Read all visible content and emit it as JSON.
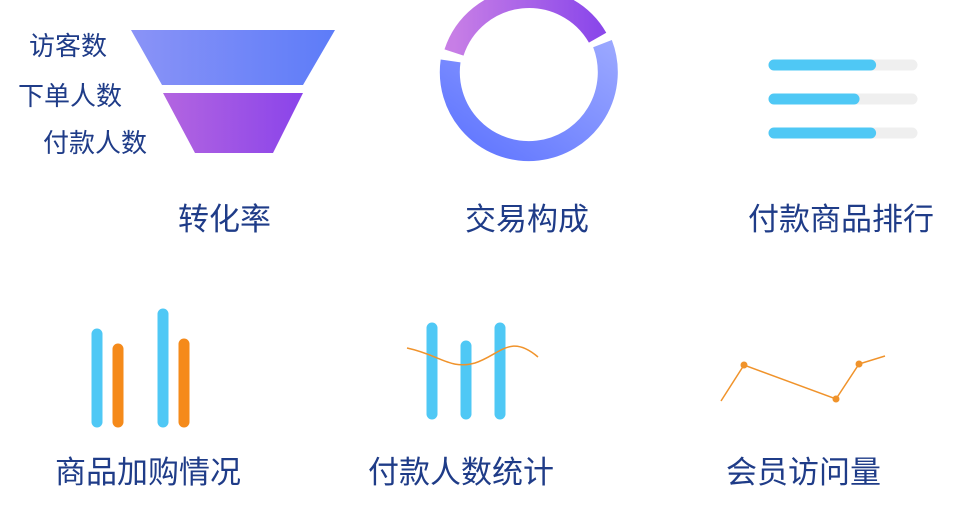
{
  "tiles": [
    {
      "label": "转化率",
      "funnel_labels": [
        "访客数",
        "下单人数",
        "付款人数"
      ]
    },
    {
      "label": "交易构成"
    },
    {
      "label": "付款商品排行",
      "bar_levels": [
        0.7,
        0.58,
        0.7
      ]
    },
    {
      "label": "商品加购情况"
    },
    {
      "label": "付款人数统计"
    },
    {
      "label": "会员访问量"
    }
  ],
  "colors": {
    "label_text": "#1f3c88",
    "funnel_top_start": "#8a93f7",
    "funnel_top_end": "#5d7cf8",
    "funnel_bottom_start": "#b365e0",
    "funnel_bottom_end": "#8a44ea",
    "donut_primary": "#6e84ff",
    "donut_accent": "#9a4de6",
    "bar_cyan": "#4fc8f5",
    "bar_track": "#efefef",
    "bar_orange": "#f58a1a",
    "line_orange": "#f0932b"
  },
  "icons": [
    "funnel-icon",
    "donut-icon",
    "ranking-bars-icon",
    "bar-chart-icon",
    "bar-line-chart-icon",
    "line-chart-icon"
  ]
}
